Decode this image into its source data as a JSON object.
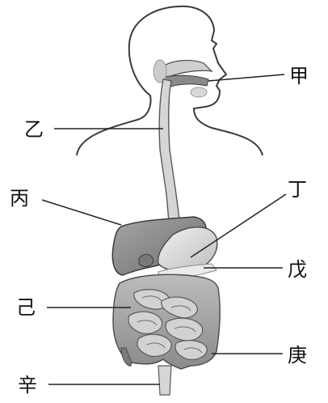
{
  "labels": {
    "jia": "甲",
    "yi": "乙",
    "bing": "丙",
    "ding": "丁",
    "wu": "戊",
    "ji": "己",
    "geng": "庚",
    "xin": "辛"
  }
}
